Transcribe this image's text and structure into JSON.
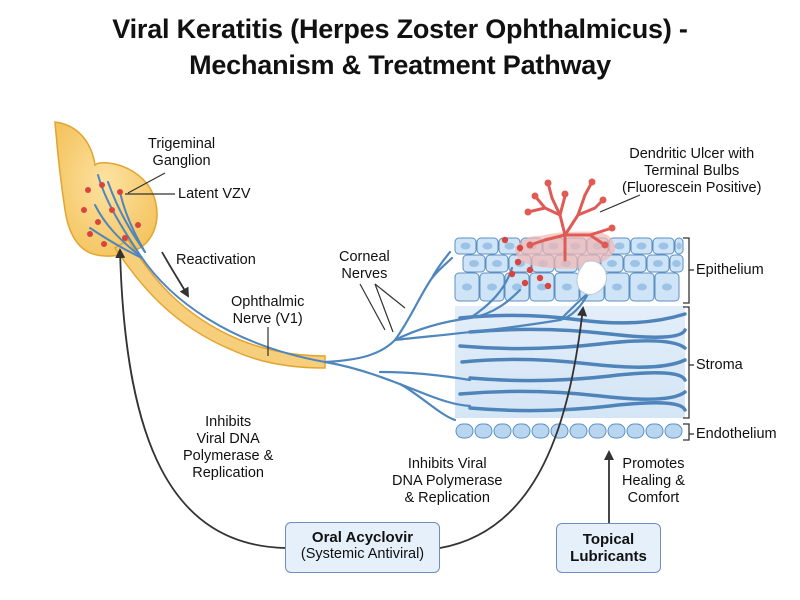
{
  "title": {
    "line1": "Viral Keratitis (Herpes Zoster Ophthalmicus) -",
    "line2": "Mechanism & Treatment Pathway"
  },
  "labels": {
    "trigeminal_ganglion": [
      "Trigeminal",
      "Ganglion"
    ],
    "latent_vzv": "Latent VZV",
    "reactivation": "Reactivation",
    "ophthalmic_nerve": [
      "Ophthalmic",
      "Nerve (V1)"
    ],
    "corneal_nerves": [
      "Corneal",
      "Nerves"
    ],
    "dendritic_ulcer": [
      "Dendritic Ulcer with",
      "Terminal Bulbs",
      "(Fluorescein Positive)"
    ],
    "epithelium": "Epithelium",
    "stroma": "Stroma",
    "endothelium": "Endothelium",
    "inhibits_left": [
      "Inhibits",
      "Viral DNA",
      "Polymerase &",
      "Replication"
    ],
    "inhibits_center": [
      "Inhibits Viral",
      "DNA Polymerase",
      "& Replication"
    ],
    "promotes": [
      "Promotes",
      "Healing &",
      "Comfort"
    ]
  },
  "treatments": {
    "oral": {
      "name": "Oral Acyclovir",
      "detail": "(Systemic Antiviral)"
    },
    "topical": {
      "name": [
        "Topical",
        "Lubricants"
      ]
    }
  },
  "colors": {
    "nerve_fill": "#f7cf7c",
    "nerve_outline": "#e2a52f",
    "axon": "#4e86bd",
    "cell_fill": "#cfe4f6",
    "cell_outline": "#5b8fc3",
    "virus": "#d9443f",
    "ulcer": "#e05b55",
    "box_fill": "#e6f0fb",
    "arrow": "#333333"
  }
}
